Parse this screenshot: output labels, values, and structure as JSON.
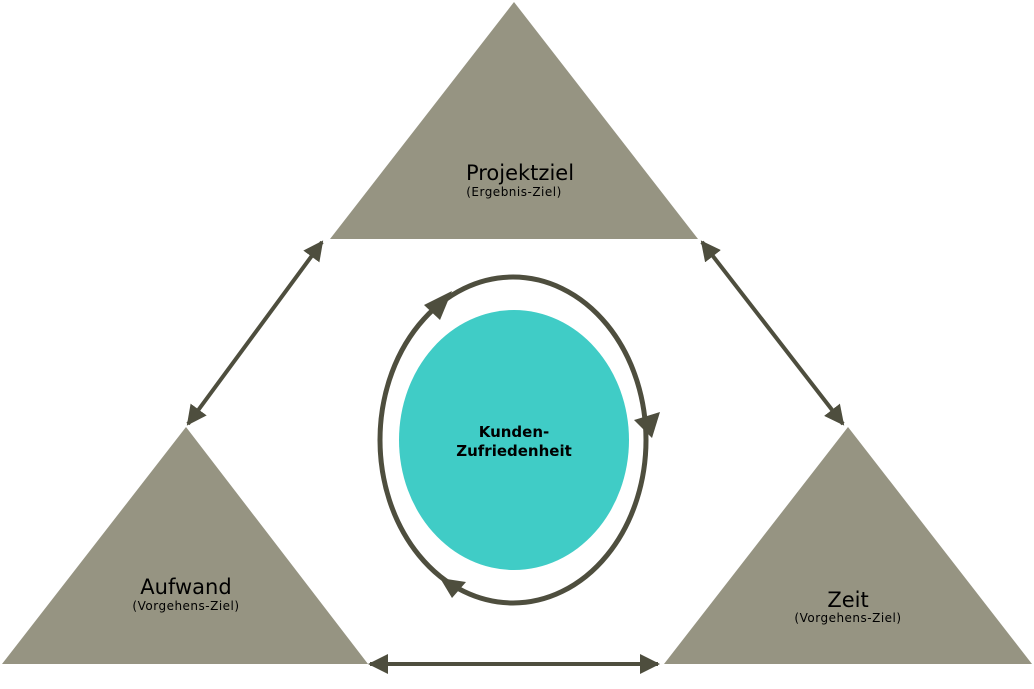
{
  "diagram": {
    "top": {
      "title": "Projektziel",
      "subtitle": "(Ergebnis-Ziel)"
    },
    "left": {
      "title": "Aufwand",
      "subtitle": "(Vorgehens-Ziel)"
    },
    "right": {
      "title": "Zeit",
      "subtitle": "(Vorgehens-Ziel)"
    },
    "center": {
      "line1": "Kunden-",
      "line2": "Zufriedenheit"
    }
  },
  "colors": {
    "triangle": "#969482",
    "arrow": "#4e4e3e",
    "circle": "#40ccc6",
    "background": "#ffffff"
  }
}
